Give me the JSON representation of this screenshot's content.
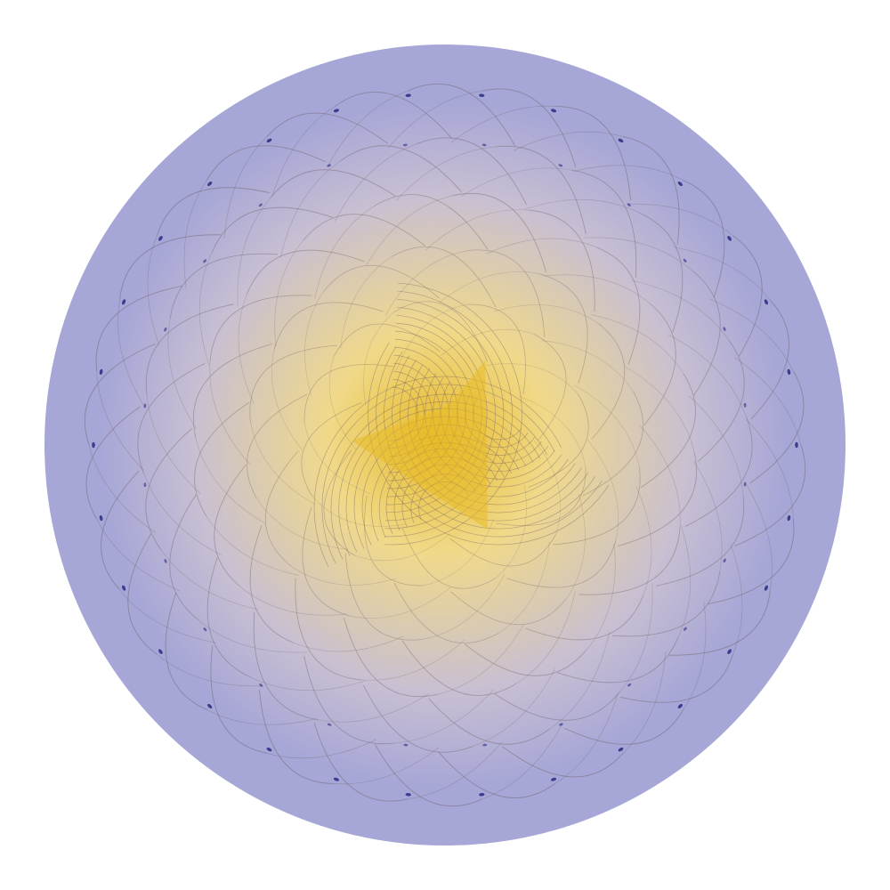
{
  "image": {
    "subject": "circular-fractal-flame",
    "background_color": "#ffffff",
    "colors": {
      "outer": "#a6a6d7",
      "mid": "#c8bfd2",
      "inner_glow": "#f0d98a",
      "core": "#e8bb28",
      "cusp_accent": "#2a2a80",
      "line": "#6d5b5f"
    },
    "symmetry_order": 3,
    "outer_cusp_count": 30
  }
}
